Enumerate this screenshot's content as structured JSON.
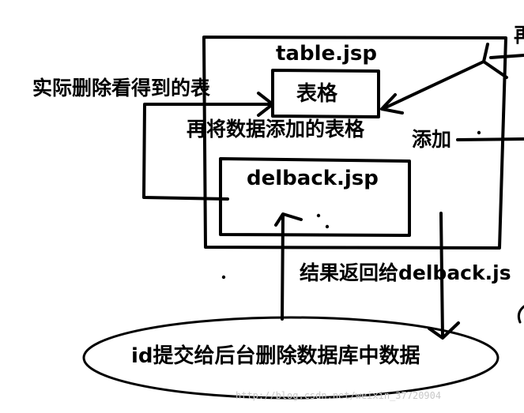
{
  "labels": {
    "table_jsp": "table.jsp",
    "table_cell": "表格",
    "actual_delete_table": "实际删除看得到的表",
    "re_add_table": "再将数据添加的表格",
    "add": "添加",
    "delback_jsp": "delback.jsp",
    "result_return": "结果返回给delback.js",
    "submit_delete": "id提交给后台删除数据库中数据",
    "top_right_partial": "再"
  },
  "watermark": "http://blog.csdn.net/weixin_37720904"
}
